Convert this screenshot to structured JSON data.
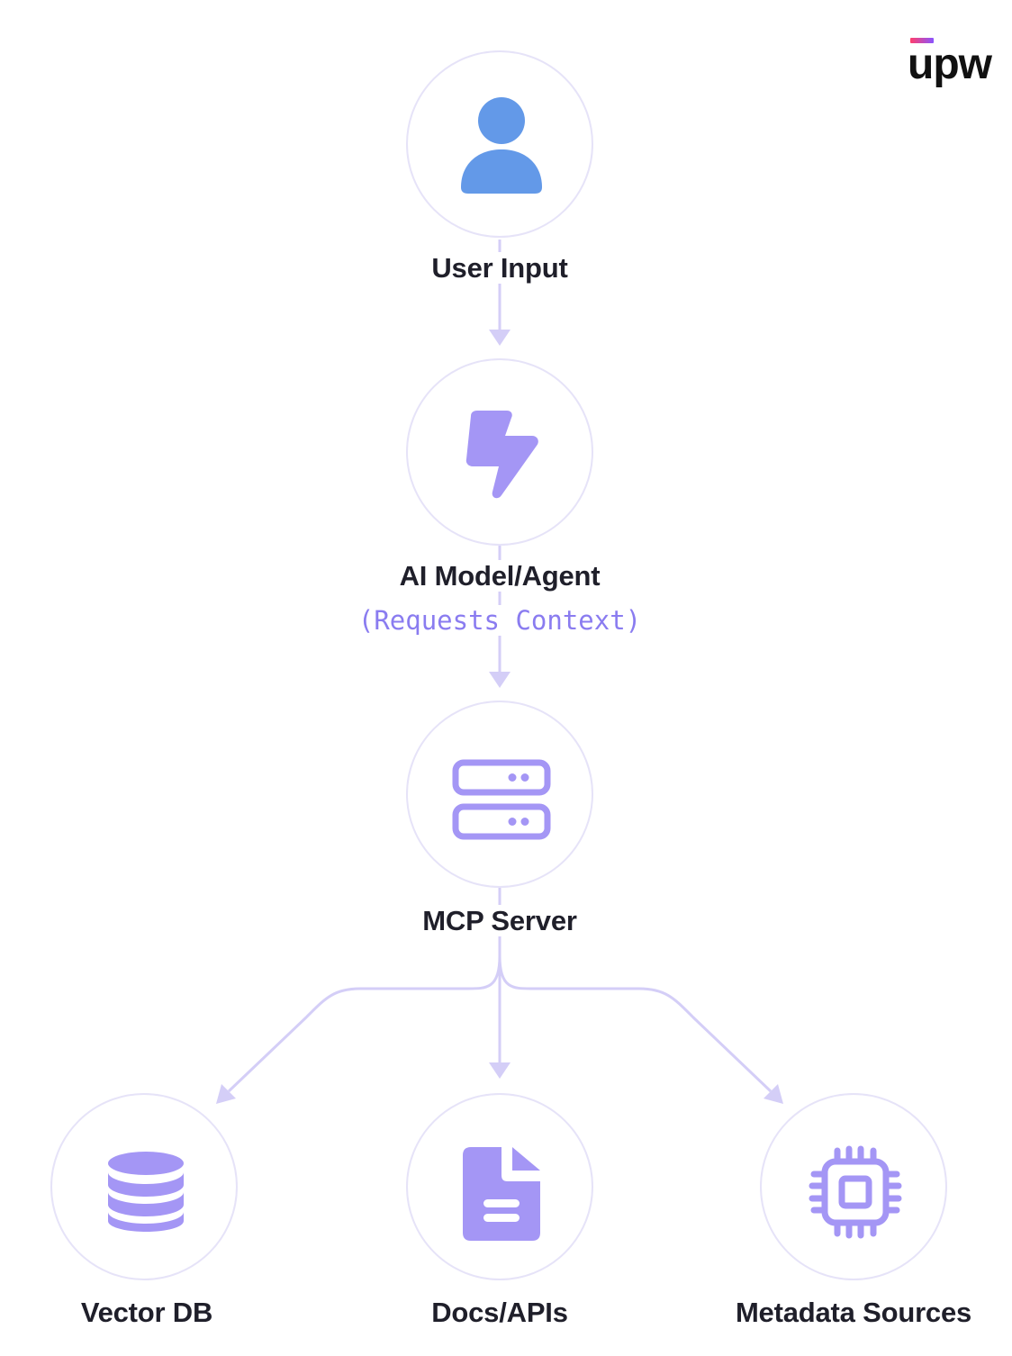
{
  "brand": {
    "logo_text": "upw"
  },
  "nodes": {
    "user_input": {
      "label": "User Input",
      "icon": "user-icon"
    },
    "ai_model": {
      "label": "AI Model/Agent",
      "sublabel": "(Requests Context)",
      "icon": "lightning-bolt-icon"
    },
    "mcp_server": {
      "label": "MCP Server",
      "icon": "server-icon"
    },
    "vector_db": {
      "label": "Vector DB",
      "icon": "database-icon"
    },
    "docs_apis": {
      "label": "Docs/APIs",
      "icon": "document-icon"
    },
    "metadata": {
      "label": "Metadata Sources",
      "icon": "chip-icon"
    }
  },
  "colors": {
    "user_icon": "#6399e8",
    "purple_icon": "#a496f5",
    "arrow": "#d4cef7",
    "node_border": "#e6e3f8",
    "sublabel": "#8a7cf0",
    "label": "#1f1f2a"
  }
}
